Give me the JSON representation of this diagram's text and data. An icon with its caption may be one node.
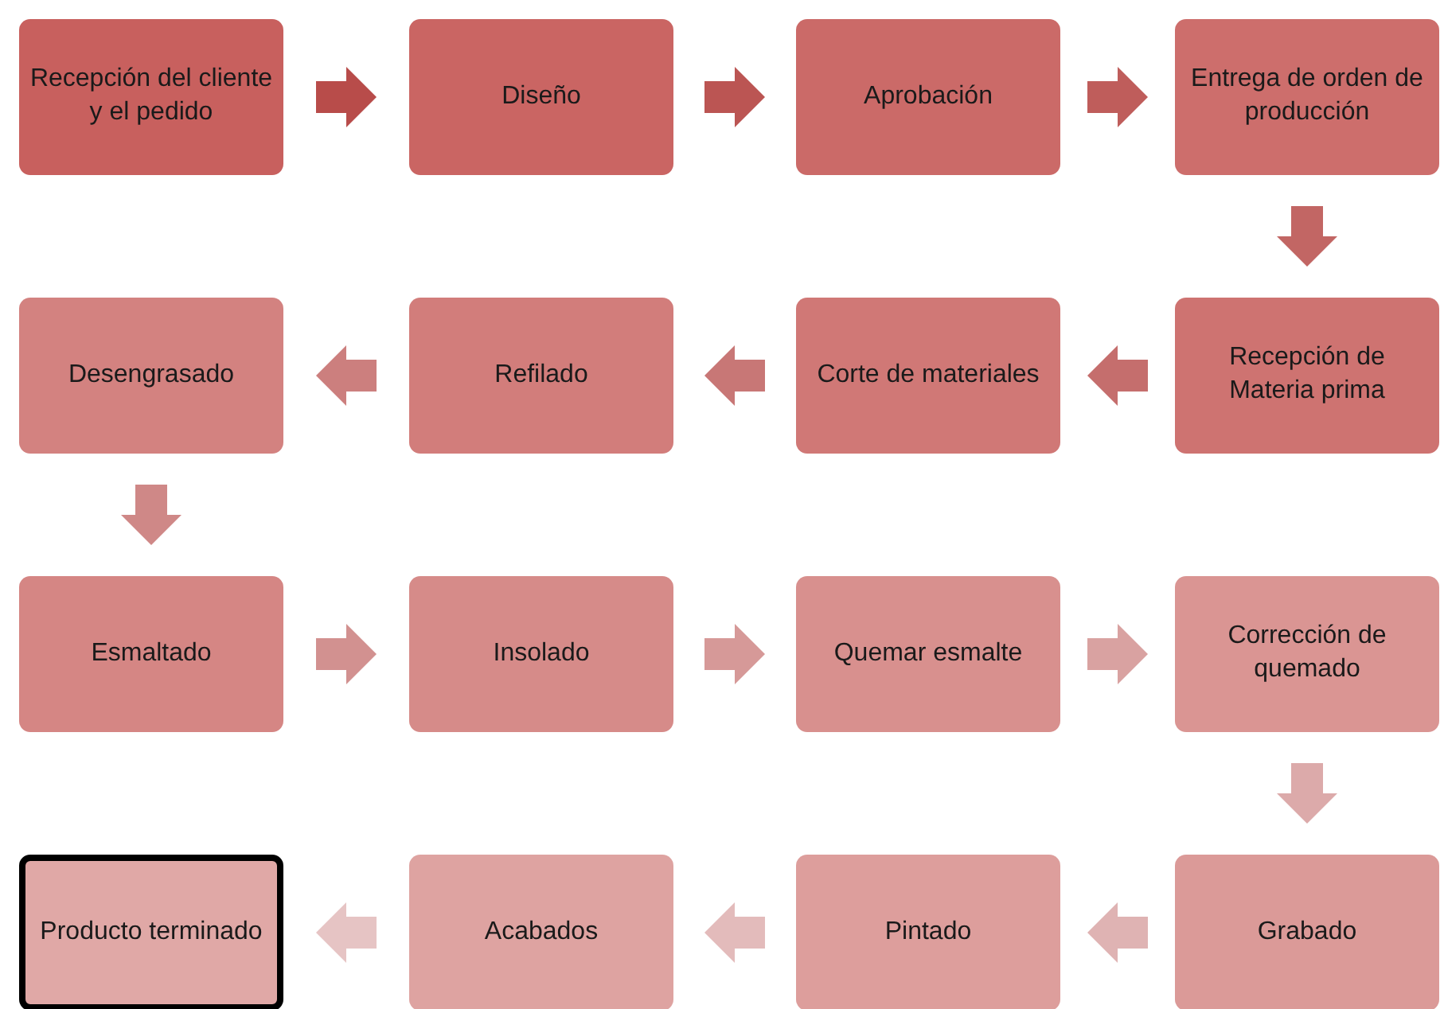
{
  "diagram": {
    "nodes": [
      {
        "text": [
          "Recepción del cliente y el pedido"
        ]
      },
      {
        "text": [
          "Diseño"
        ]
      },
      {
        "text": [
          "Aprobación"
        ]
      },
      {
        "text": [
          "Entrega de orden de producción"
        ]
      },
      {
        "text": [
          "Desengrasado"
        ]
      },
      {
        "text": [
          "Refilado"
        ]
      },
      {
        "text": [
          "Corte de materiales"
        ]
      },
      {
        "text": [
          "Recepción de Materia prima"
        ]
      },
      {
        "text": [
          "Esmaltado"
        ]
      },
      {
        "text": [
          "Insolado"
        ]
      },
      {
        "text": [
          "Quemar esmalte"
        ]
      },
      {
        "text": [
          "Corrección de quemado"
        ]
      },
      {
        "text": [
          "Producto terminado"
        ]
      },
      {
        "text": [
          "Acabados"
        ]
      },
      {
        "text": [
          "Pintado"
        ]
      },
      {
        "text": [
          "Grabado"
        ]
      }
    ],
    "edges": [
      {
        "from": 0,
        "to": 1,
        "arrow": "to"
      },
      {
        "from": 1,
        "to": 2,
        "arrow": "to"
      },
      {
        "from": 2,
        "to": 3,
        "arrow": "to"
      },
      {
        "from": 3,
        "to": 7,
        "arrow": "to"
      },
      {
        "from": 7,
        "to": 6,
        "arrow": "to"
      },
      {
        "from": 6,
        "to": 5,
        "arrow": "to"
      },
      {
        "from": 5,
        "to": 4,
        "arrow": "to"
      },
      {
        "from": 4,
        "to": 8,
        "arrow": "to"
      },
      {
        "from": 8,
        "to": 9,
        "arrow": "to"
      },
      {
        "from": 9,
        "to": 10,
        "arrow": "to"
      },
      {
        "from": 10,
        "to": 11,
        "arrow": "to"
      },
      {
        "from": 11,
        "to": 15,
        "arrow": "to"
      },
      {
        "from": 15,
        "to": 14,
        "arrow": "to"
      },
      {
        "from": 14,
        "to": 13,
        "arrow": "to"
      },
      {
        "from": 13,
        "to": 12,
        "arrow": "to"
      }
    ]
  }
}
